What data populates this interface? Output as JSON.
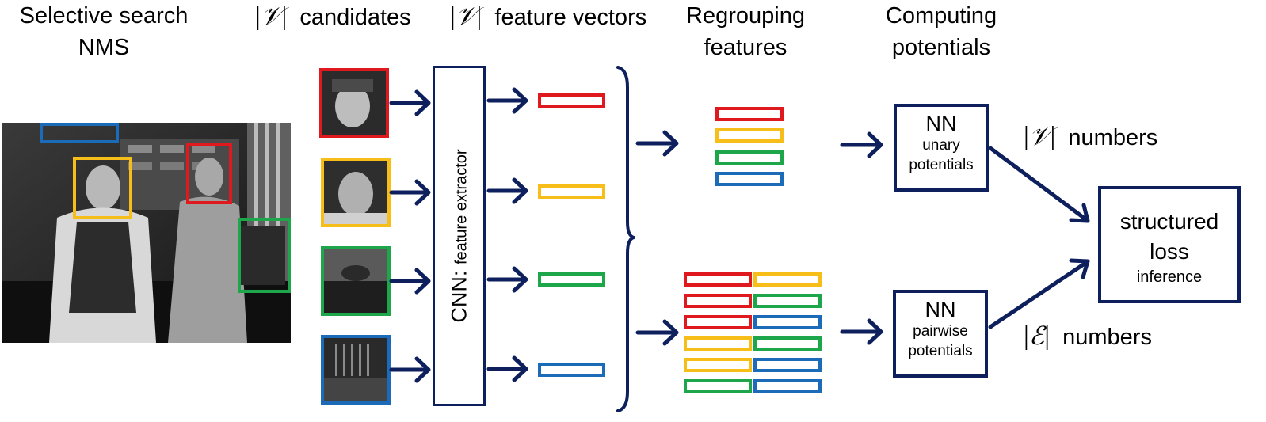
{
  "headers": {
    "col1": {
      "line1": "Selective search",
      "line2": "NMS"
    },
    "col2": {
      "symbol": "𝒱",
      "text": "candidates"
    },
    "col3": {
      "symbol": "𝒱",
      "text": "feature vectors"
    },
    "col4": {
      "line1": "Regrouping",
      "line2": "features"
    },
    "col5": {
      "line1": "Computing",
      "line2": "potentials"
    }
  },
  "cnn": {
    "label_main": "CNN:",
    "label_sub": "feature extractor"
  },
  "nn_unary": {
    "title": "NN",
    "sub1": "unary",
    "sub2": "potentials"
  },
  "nn_pairwise": {
    "title": "NN",
    "sub1": "pairwise",
    "sub2": "potentials"
  },
  "unary_output": {
    "symbol": "𝒱",
    "text": "numbers"
  },
  "pairwise_output": {
    "symbol": "ℰ",
    "text": "numbers"
  },
  "loss": {
    "line1": "structured",
    "line2": "loss",
    "sub": "inference"
  },
  "colors": {
    "red": "#e0191f",
    "yellow": "#f7bd18",
    "green": "#1ea64a",
    "blue": "#1c6bb8",
    "navy": "#0d1f5c"
  },
  "candidate_colors": [
    "red",
    "yellow",
    "green",
    "blue"
  ],
  "pairwise_pairs": [
    [
      "red",
      "yellow"
    ],
    [
      "red",
      "green"
    ],
    [
      "red",
      "blue"
    ],
    [
      "yellow",
      "green"
    ],
    [
      "yellow",
      "blue"
    ],
    [
      "green",
      "blue"
    ]
  ]
}
